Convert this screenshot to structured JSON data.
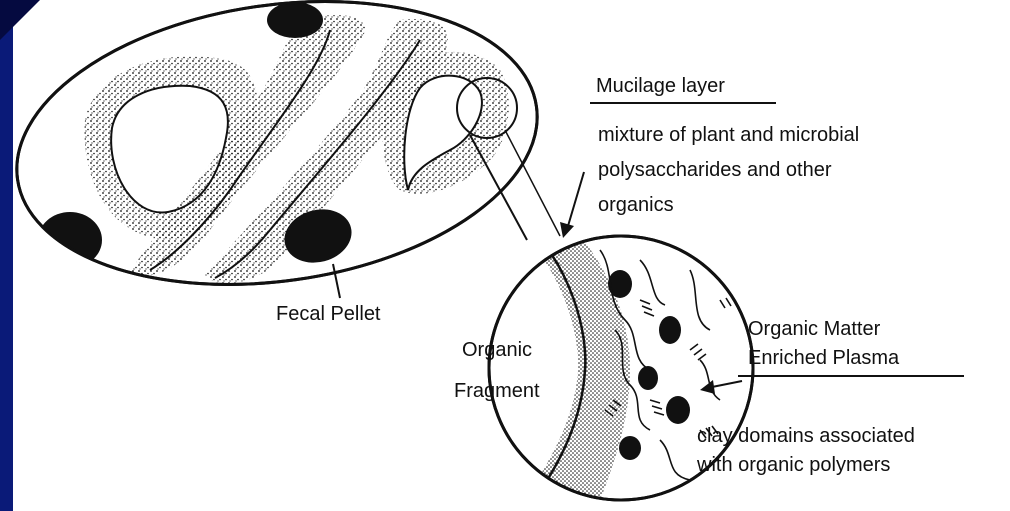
{
  "labels": {
    "mucilage_title": "Mucilage layer",
    "mucilage_desc": [
      "mixture of plant and microbial",
      "polysaccharides and other",
      "organics"
    ],
    "fecal_pellet": "Fecal Pellet",
    "organic_fragment": [
      "Organic",
      "Fragment"
    ],
    "plasma_title": [
      "Organic Matter",
      "Enriched Plasma"
    ],
    "clay_desc": [
      "clay domains associated",
      "with organic polymers"
    ]
  },
  "colors": {
    "frame": "#0a1a78",
    "ink": "#111111"
  }
}
